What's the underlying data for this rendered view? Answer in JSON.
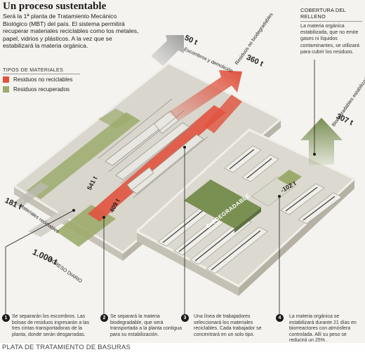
{
  "header": {
    "title": "Un proceso sustentable",
    "intro": "Será la 1ª planta de Tratamiento Mecánico Biológico (MBT) del país. El sistema permitirá recuperar materiales reciclables como los metales, papel, vidrios y plásticos. A la vez que se estabilizará la materia orgánica."
  },
  "legend": {
    "title": "TIPOS DE MATERIALES",
    "items": [
      {
        "label": "Residuos no reciclables",
        "color": "#e0533f"
      },
      {
        "label": "Residuos recuperados",
        "color": "#9cab6c"
      }
    ]
  },
  "cover": {
    "title": "COBERTURA DEL RELLENO",
    "text": "La materia orgánica estabilizada, que no emite gases ni líquidos contaminantes, se utilizará para cubrir los residuos."
  },
  "quantities": {
    "escombros": {
      "value": "50 t",
      "label": "Escombros y demolición"
    },
    "no_biodegradables": {
      "value": "360 t",
      "label": "Residuos no biodegradables"
    },
    "biodegradables": {
      "value": "307 t",
      "label": "Biodegradables estabilizados"
    },
    "materiales_reciclables": {
      "value": "181 t",
      "label": "Materiales reciclables"
    },
    "ingreso": {
      "value": "1.000 t",
      "label": "INGRESO DIARIO"
    },
    "inner_541": {
      "value": "541 t"
    },
    "inner_409": {
      "value": "409 t"
    },
    "inner_102": {
      "value": "-102 t"
    }
  },
  "building": {
    "biodegradable_label": "BIODEGRADABLE"
  },
  "steps": [
    {
      "num": "1",
      "text": "Se separarán los escombros. Las bolsas de residuos ingresarán a las tres cintas transportadoras de la planta, donde serán desgarradas."
    },
    {
      "num": "2",
      "text": "Se separará la materia biodegradable, que será transportada a la planta contigua para su estabilización."
    },
    {
      "num": "3",
      "text": "Una línea de trabajadores seleccionará los materiales reciclables. Cada trabajador se concentrará en un solo tipo."
    },
    {
      "num": "4",
      "text": "La materia orgánica se estabilizará durante 21 días en biorreactores con atmósfera controlada. Allí su peso se reducirá un 25% ."
    }
  ],
  "caption": "PLATA DE TRATAMIENTO DE BASURAS",
  "colors": {
    "red": "#e0533f",
    "green": "#9cab6c",
    "dark_green": "#7a8f52",
    "wall": "#e6e4de",
    "wall_shadow": "#c9c6bd",
    "floor": "#d8d5cc"
  }
}
